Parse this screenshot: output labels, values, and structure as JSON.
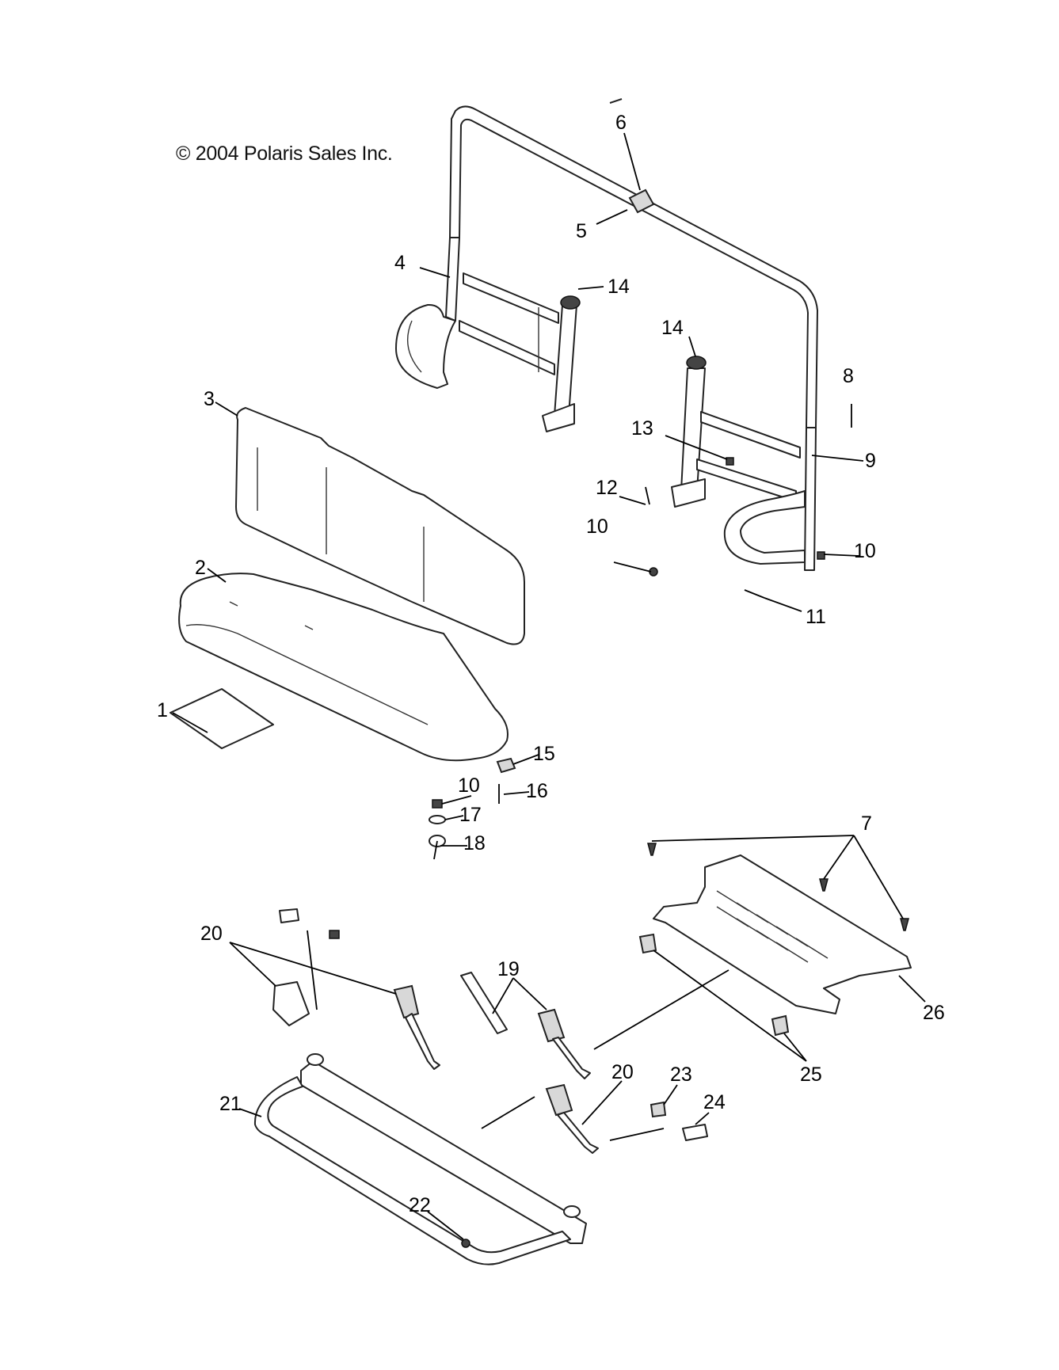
{
  "diagram": {
    "copyright": "© 2004 Polaris Sales Inc.",
    "callouts": [
      "1",
      "2",
      "3",
      "4",
      "5",
      "6",
      "7",
      "8",
      "9",
      "10",
      "10",
      "10",
      "11",
      "12",
      "13",
      "14",
      "14",
      "15",
      "16",
      "17",
      "18",
      "19",
      "20",
      "20",
      "21",
      "22",
      "23",
      "24",
      "25",
      "26"
    ]
  }
}
